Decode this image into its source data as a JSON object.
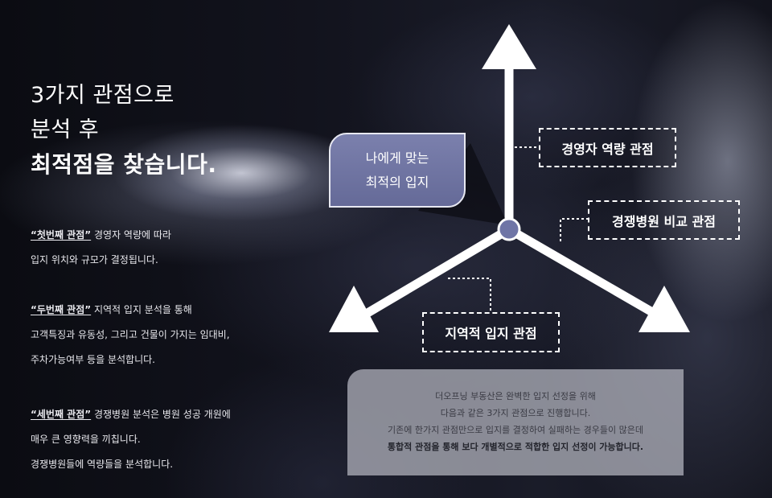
{
  "heading": {
    "line1": "3가지 관점으로",
    "line2": "분석 후",
    "line3": "최적점을 찾습니다."
  },
  "paragraphs": [
    {
      "emphasis": "“첫번째 관점”",
      "lines": [
        " 경영자 역량에 따라",
        "입지 위치와 규모가 결정됩니다."
      ]
    },
    {
      "emphasis": "“두번째 관점”",
      "lines": [
        " 지역적 입지 분석을 통해",
        "고객특징과 유동성, 그리고 건물이 가지는 임대비,",
        "주차가능여부 등을 분석합니다."
      ]
    },
    {
      "emphasis": "“세번째 관점”",
      "lines": [
        " 경쟁병원 분석은 병원 성공 개원에",
        "매우 큰 영향력을 끼칩니다.",
        "경쟁병원들에 역량들을 분석합니다."
      ]
    }
  ],
  "callout": {
    "line1": "나에게 맞는",
    "line2": "최적의 입지"
  },
  "labels": {
    "top": "경영자 역량 관점",
    "right": "경쟁병원 비교 관점",
    "bottom": "지역적 입지 관점"
  },
  "info": {
    "lines": [
      "더오프닝 부동산은 완벽한 입지 선정을 위해",
      "다음과 같은 3가지 관점으로 진행합니다.",
      "기존에 한가지 관점만으로 입지를 결정하여 실패하는 경우들이 많은데"
    ],
    "bold_line": "통합적 관점을 통해 보다 개별적으로 적합한 입지 선정이 가능합니다."
  },
  "colors": {
    "accent": "#6b70a0",
    "node": "#6f75a6",
    "arrow": "#ffffff"
  }
}
